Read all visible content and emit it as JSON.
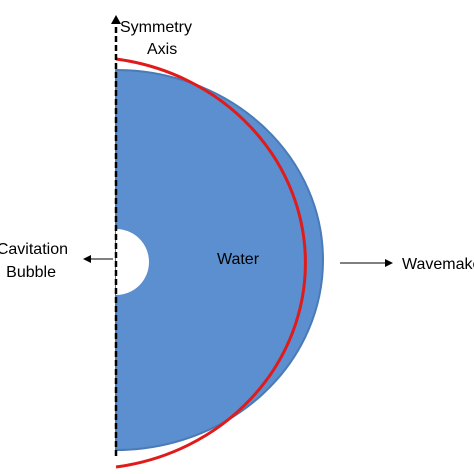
{
  "diagram": {
    "symmetry_axis_label_line1": "Symmetry",
    "symmetry_axis_label_line2": "Axis",
    "water_label": "Water",
    "bubble_label_line1": "Cavitation",
    "bubble_label_line2": "Bubble",
    "wavemaker_label": "Wavemaker"
  },
  "colors": {
    "water_fill": "#5b8fcf",
    "water_stroke": "#4a7bb7",
    "wavemaker_stroke": "#e01b1b",
    "axis_stroke": "#000000",
    "bubble_fill": "#ffffff"
  }
}
